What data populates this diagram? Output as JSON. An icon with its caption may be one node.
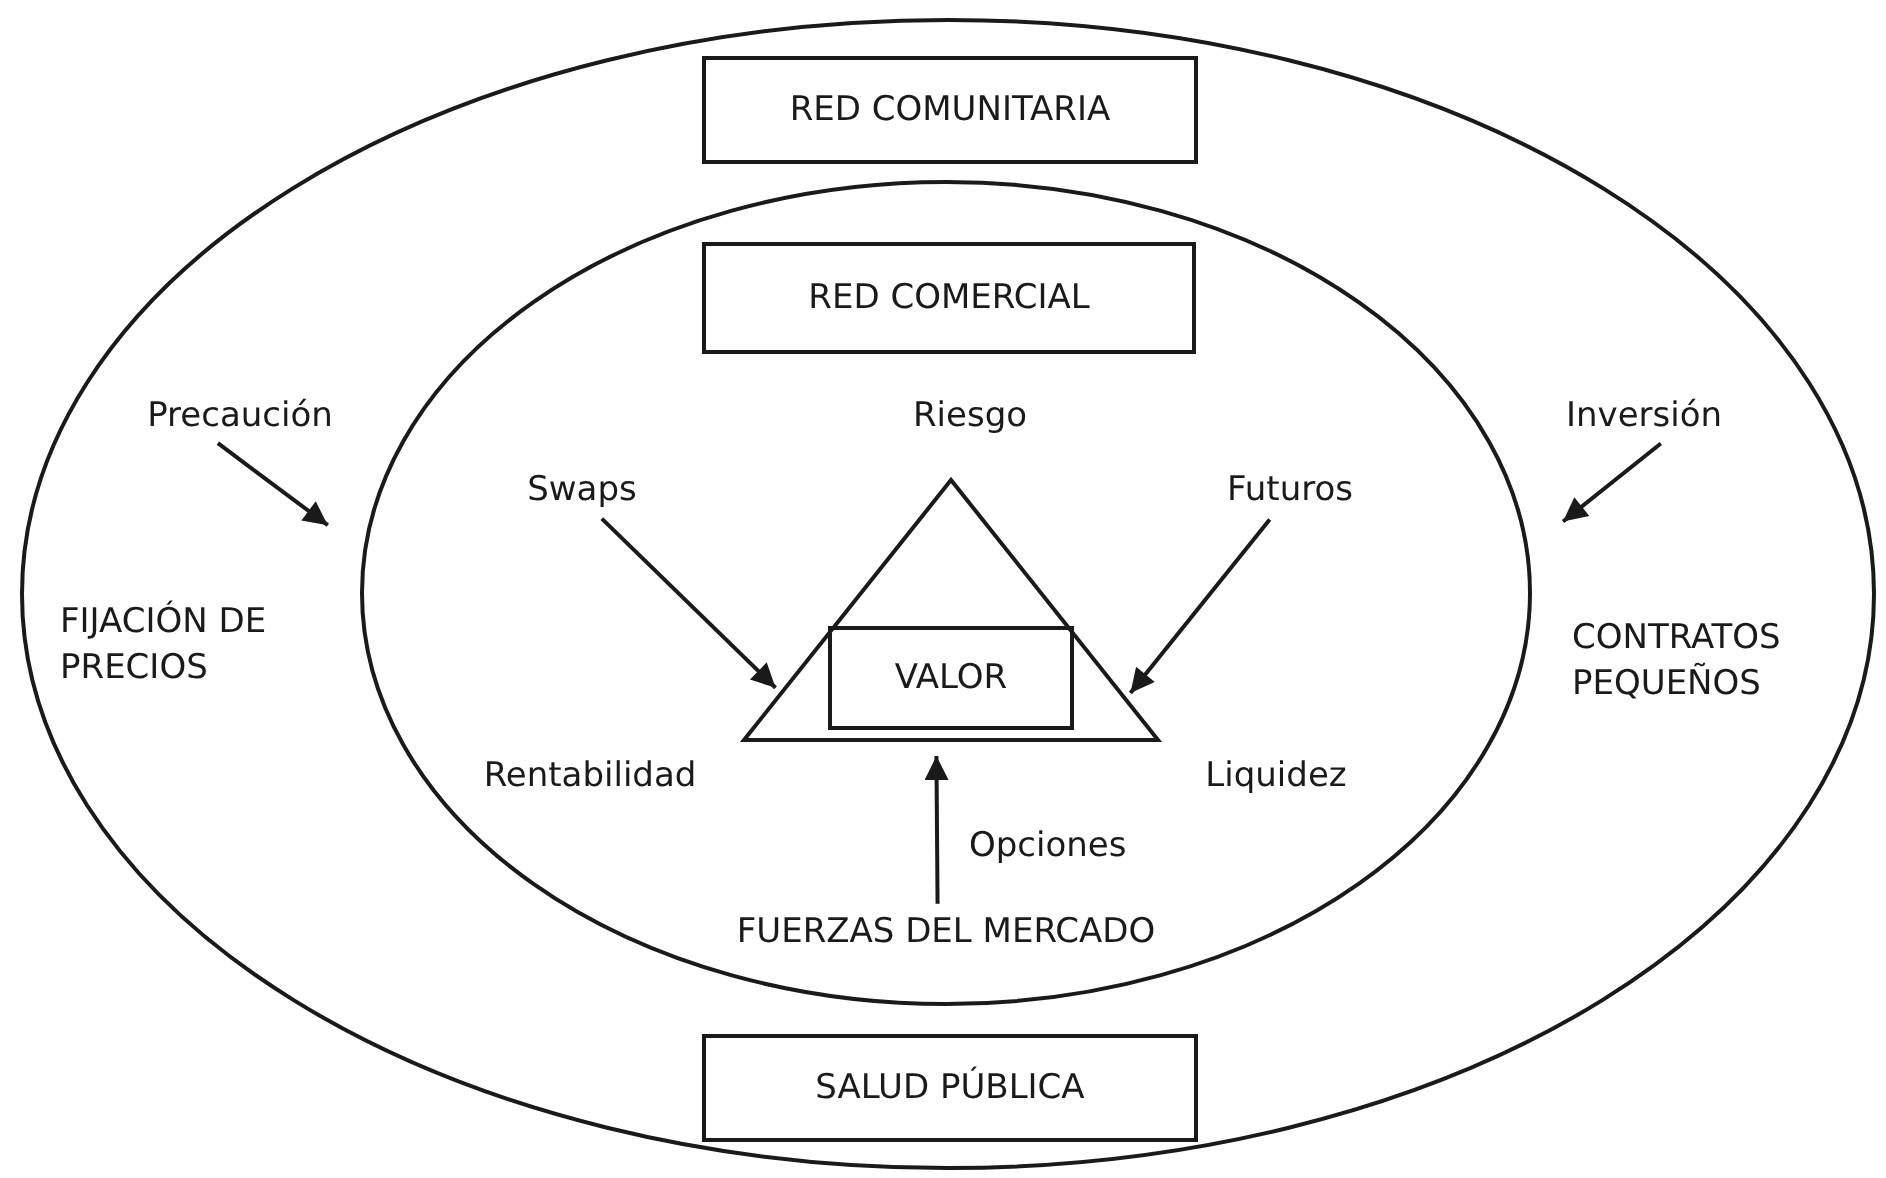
{
  "diagram": {
    "nodes": [
      {
        "text": [],
        "shape": "ellipse"
      },
      {
        "text": [
          "RED COMUNITARIA"
        ],
        "in": 0
      },
      {
        "text": [],
        "shape": "ellipse",
        "in": 0
      },
      {
        "text": [
          "RED COMERCIAL"
        ],
        "in": 2
      },
      {
        "text": [],
        "shape": "triangle",
        "beside": [
          "Riesgo",
          "Rentabilidad",
          "Liquidez"
        ],
        "in": 2
      },
      {
        "text": [
          "VALOR"
        ],
        "in": 4
      },
      {
        "text": [
          "Swaps"
        ],
        "in": 2
      },
      {
        "text": [
          "Futuros"
        ],
        "in": 2
      },
      {
        "text": [
          "FUERZAS DEL MERCADO"
        ],
        "in": 2
      },
      {
        "text": [
          "Precaución"
        ],
        "in": 0
      },
      {
        "text": [
          "FIJACIÓN DE PRECIOS"
        ],
        "in": 0
      },
      {
        "text": [
          "Inversión"
        ],
        "in": 0
      },
      {
        "text": [
          "CONTRATOS PEQUEÑOS"
        ],
        "in": 0
      },
      {
        "text": [
          "SALUD PÚBLICA"
        ],
        "in": 0
      }
    ],
    "edges": [
      {
        "from": 9,
        "to": 2,
        "arrow": "to"
      },
      {
        "from": 11,
        "to": 2,
        "arrow": "to"
      },
      {
        "from": 6,
        "to": 4,
        "arrow": "to"
      },
      {
        "from": 7,
        "to": 4,
        "arrow": "to"
      },
      {
        "from": 8,
        "to": 4,
        "arrow": "to",
        "label": "Opciones"
      }
    ]
  }
}
